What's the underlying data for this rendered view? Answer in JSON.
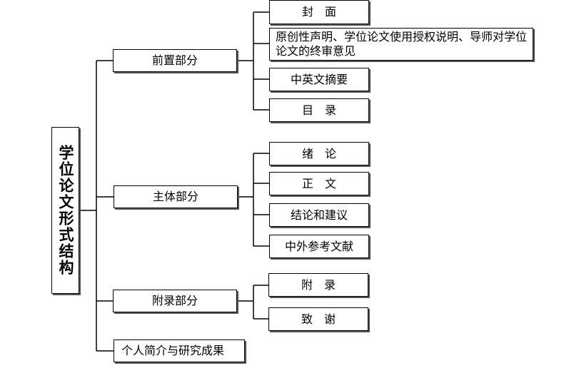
{
  "root": "学位论文形式结构",
  "branches": {
    "front": {
      "label": "前置部分",
      "items": [
        "封　面",
        "原创性声明、学位论文使用授权说明、导师对学位论文的终审意见",
        "中英文摘要",
        "目　录"
      ]
    },
    "main": {
      "label": "主体部分",
      "items": [
        "绪　论",
        "正　文",
        "结论和建议",
        "中外参考文献"
      ]
    },
    "appendix": {
      "label": "附录部分",
      "items": [
        "附　录",
        "致　谢"
      ]
    },
    "bio": {
      "label": "个人简介与研究成果"
    }
  }
}
